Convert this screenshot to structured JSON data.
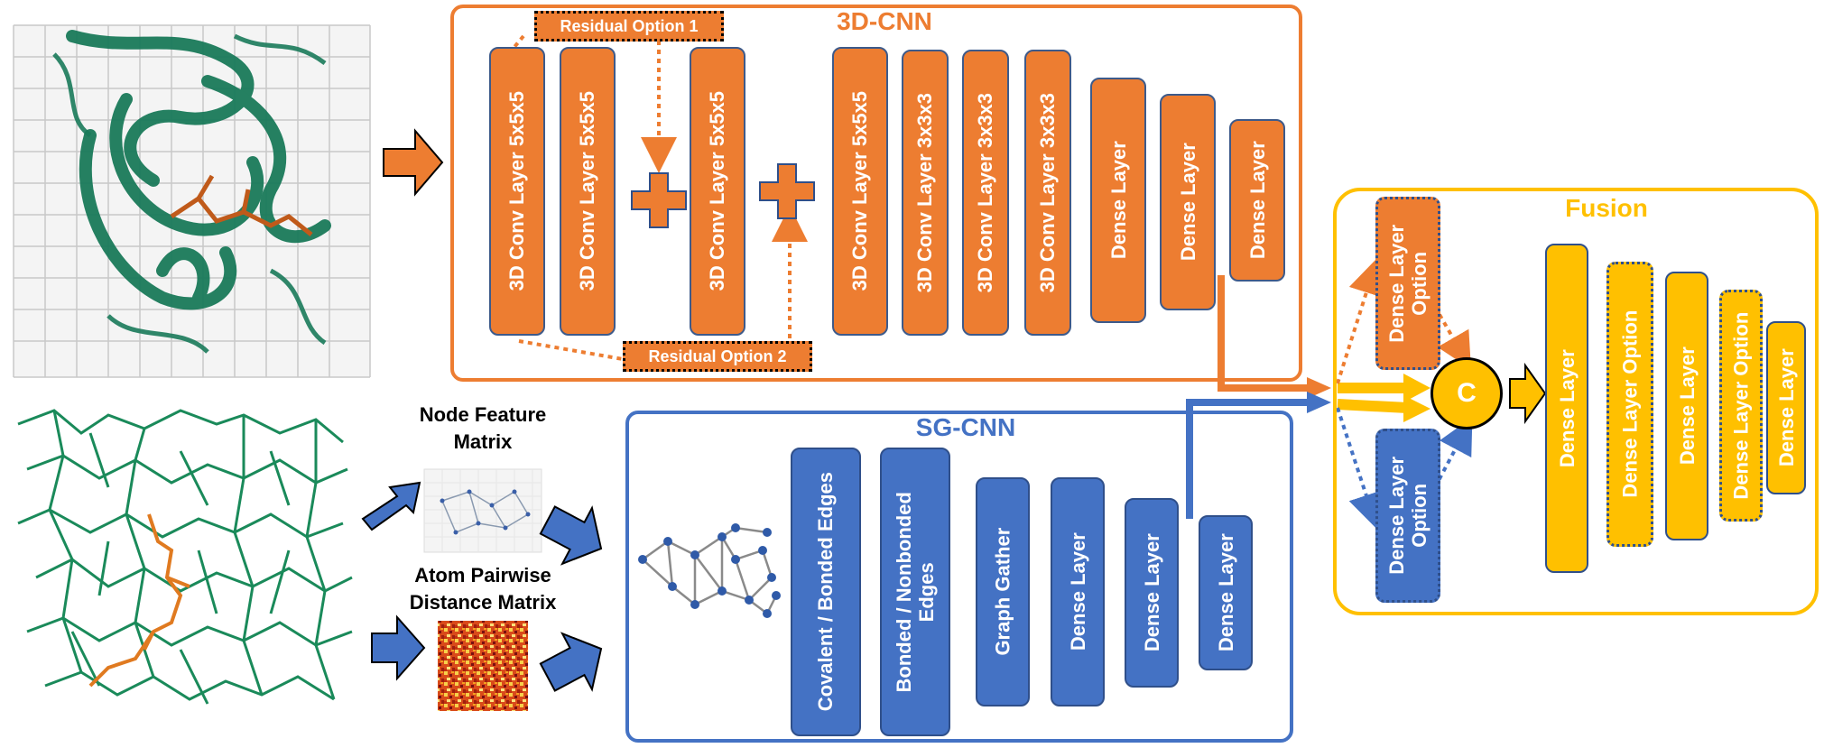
{
  "cnn3d": {
    "title": "3D-CNN",
    "layers": [
      "3D Conv Layer 5x5x5",
      "3D Conv Layer 5x5x5",
      "3D Conv Layer 5x5x5",
      "3D Conv Layer 5x5x5",
      "3D Conv Layer 3x3x3",
      "3D Conv Layer 3x3x3",
      "3D Conv Layer 3x3x3",
      "Dense Layer",
      "Dense Layer",
      "Dense Layer"
    ],
    "residual1": "Residual Option 1",
    "residual2": "Residual Option 2"
  },
  "sgcnn": {
    "title": "SG-CNN",
    "layers": [
      "Covalent / Bonded Edges",
      "Bonded / Nonbonded\nEdges",
      "Graph Gather",
      "Dense Layer",
      "Dense Layer",
      "Dense Layer"
    ]
  },
  "fusion": {
    "title": "Fusion",
    "option_top": "Dense Layer\nOption",
    "option_bottom": "Dense Layer\nOption",
    "concat": "C",
    "layers": [
      "Dense Layer",
      "Dense Layer Option",
      "Dense Layer",
      "Dense Layer Option",
      "Dense Layer"
    ]
  },
  "inputs": {
    "node_feature": "Node Feature\nMatrix",
    "pairwise": "Atom Pairwise\nDistance Matrix"
  },
  "colors": {
    "orange": "#ED7D31",
    "blue": "#4472C4",
    "yellow": "#FFC000",
    "protein_green": "#1a7a5a"
  }
}
